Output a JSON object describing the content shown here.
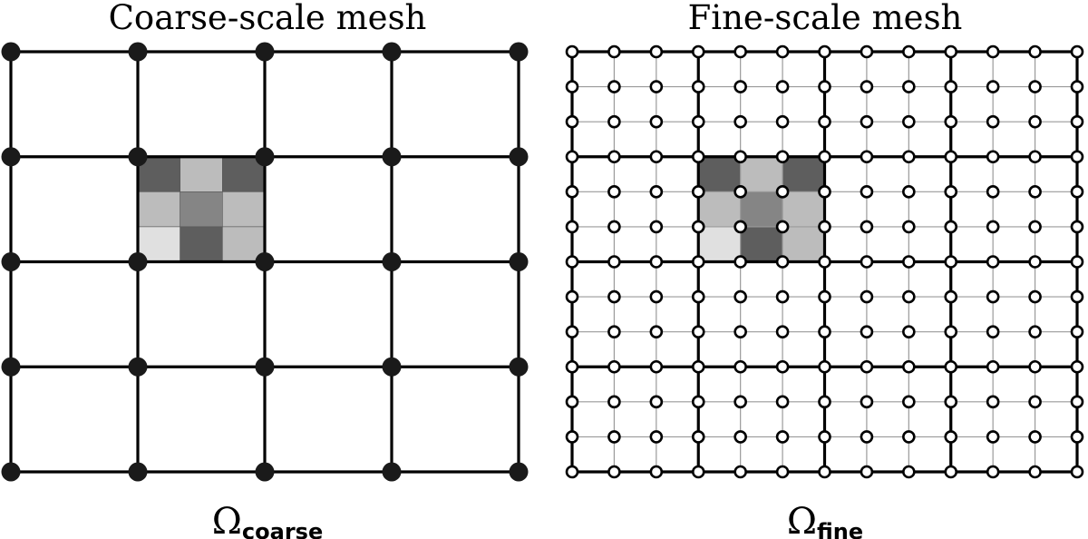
{
  "coarse_panel": {
    "title": "Coarse-scale mesh",
    "label_symbol": "Ω",
    "label_subscript": "coarse",
    "grid_cells": 4,
    "node_color": "#1a1a1a",
    "line_color": "#000000"
  },
  "fine_panel": {
    "title": "Fine-scale mesh",
    "label_symbol": "Ω",
    "label_subscript": "fine",
    "coarse_cells": 4,
    "fine_per_coarse": 3,
    "node_fill": "#ffffff",
    "node_stroke": "#000000",
    "thin_line_color": "#9a9a9a",
    "thick_line_color": "#000000"
  },
  "heterogeneity_patch": {
    "coarse_cell": [
      1,
      1
    ],
    "shades": [
      [
        "#5e5e5e",
        "#bcbcbc",
        "#5e5e5e"
      ],
      [
        "#bcbcbc",
        "#858585",
        "#bcbcbc"
      ],
      [
        "#e0e0e0",
        "#5e5e5e",
        "#bcbcbc"
      ]
    ]
  }
}
